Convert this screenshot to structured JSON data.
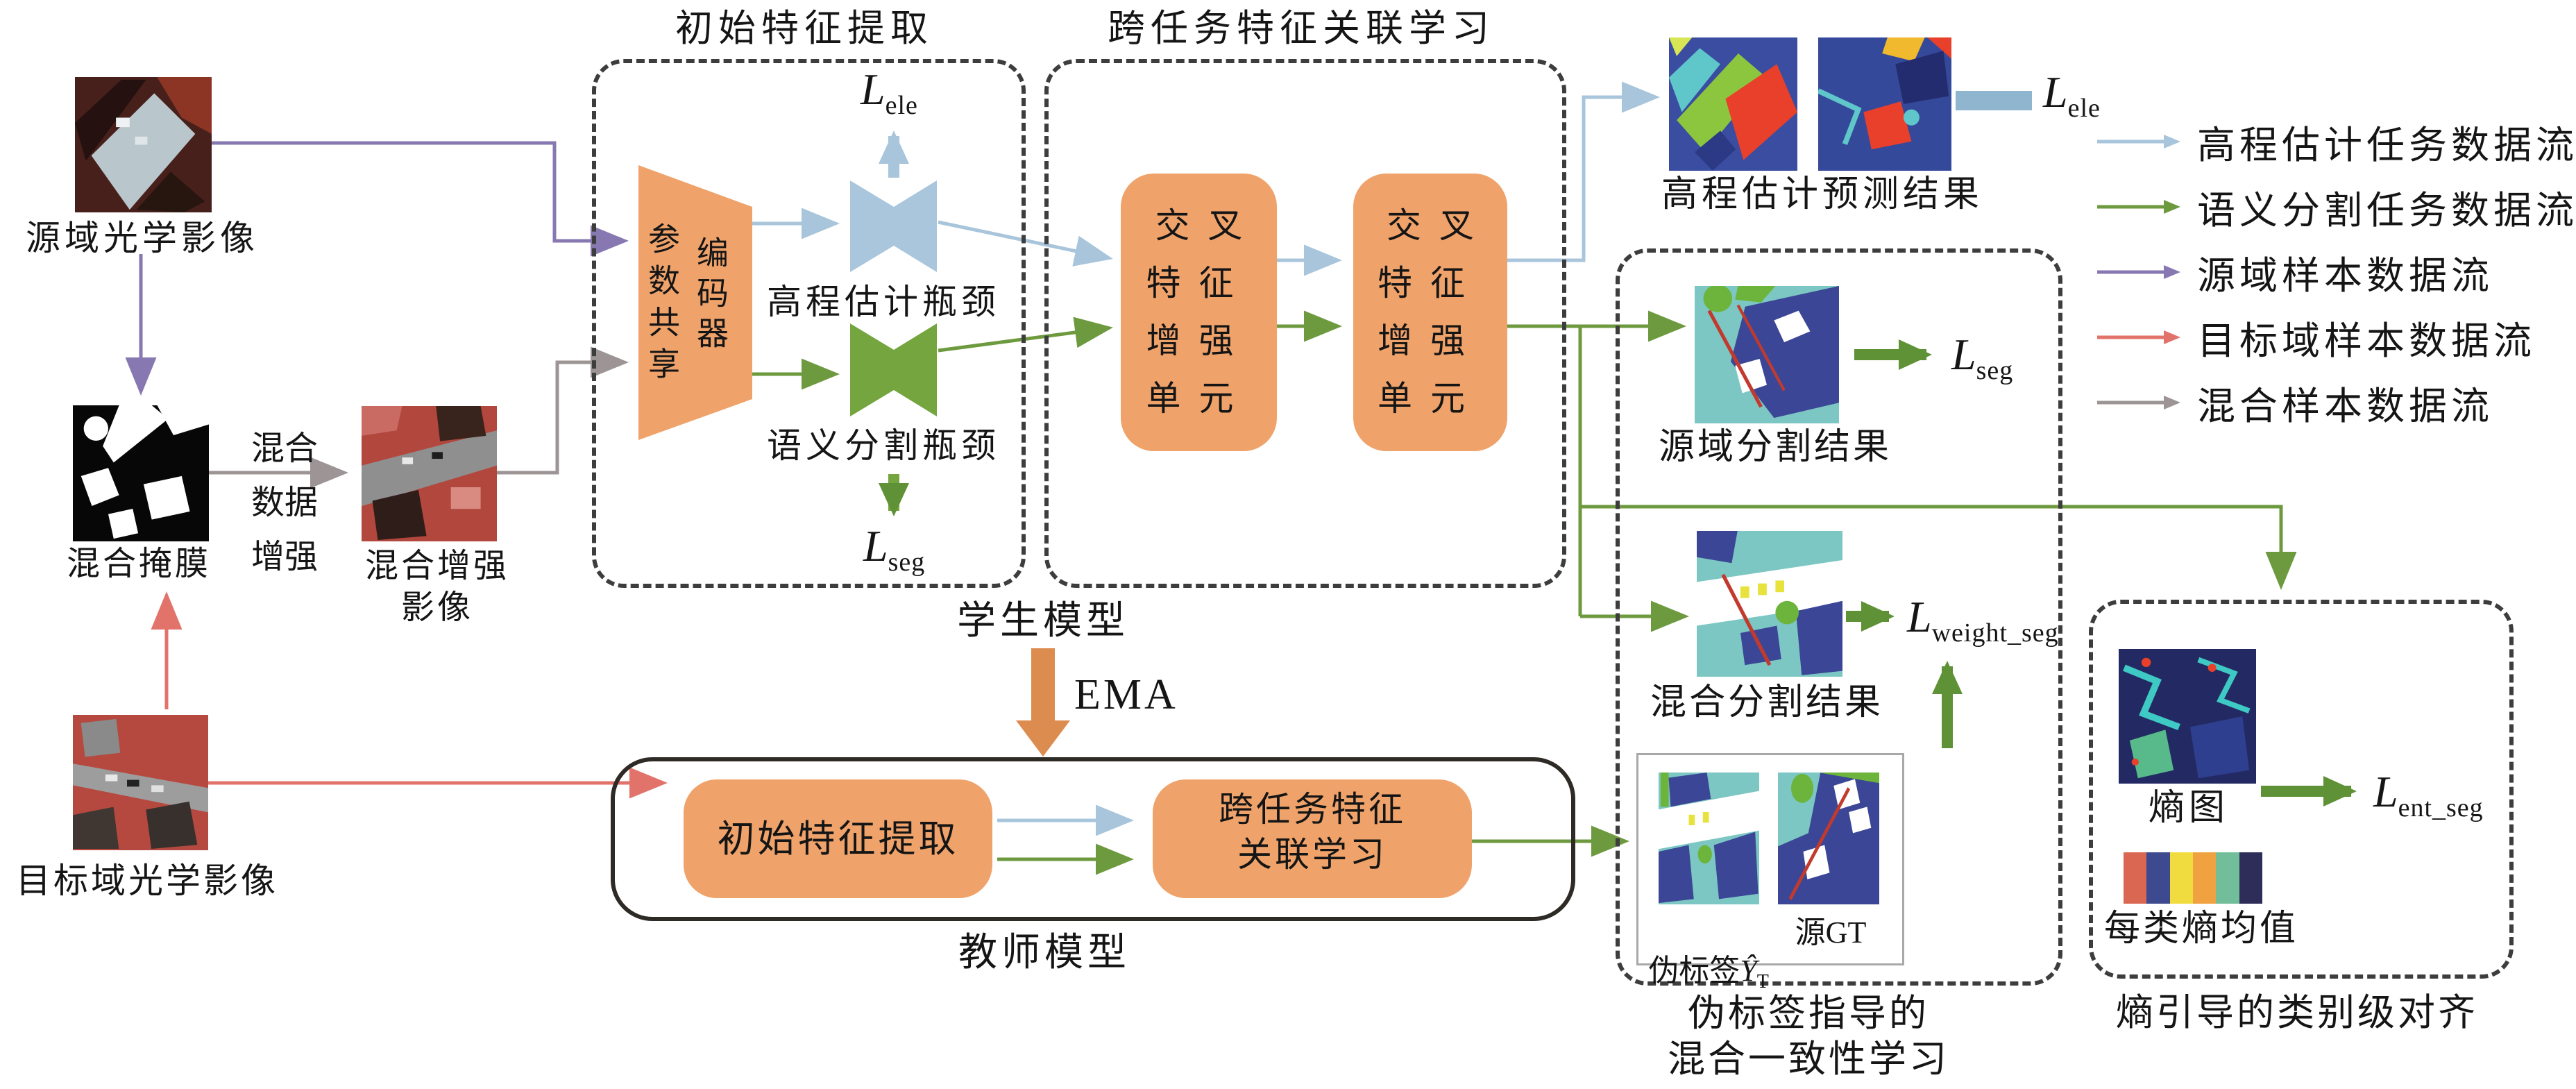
{
  "left": {
    "source_caption": "源域光学影像",
    "mask_caption": "混合掩膜",
    "augment_label": "混合\n数据\n增强",
    "mixed_caption": "混合增强\n影像",
    "target_caption": "目标域光学影像"
  },
  "student": {
    "extract_title": "初始特征提取",
    "encoder_text_left": "参数共享",
    "encoder_text_right": "编码器",
    "ele_bottleneck": "高程估计瓶颈",
    "seg_bottleneck": "语义分割瓶颈",
    "loss_ele": {
      "base": "L",
      "sub": "ele"
    },
    "loss_seg": {
      "base": "L",
      "sub": "seg"
    },
    "cross_title": "跨任务特征关联学习",
    "unit_text": "交叉\n特征\n增强\n单元",
    "label": "学生模型",
    "ema": "EMA"
  },
  "teacher": {
    "label": "教师模型",
    "extract_box": "初始特征提取",
    "cross_box": "跨任务特征\n关联学习"
  },
  "results": {
    "elevation_caption": "高程估计预测结果",
    "loss_ele": {
      "base": "L",
      "sub": "ele"
    },
    "source_seg_caption": "源域分割结果",
    "loss_seg": {
      "base": "L",
      "sub": "seg"
    },
    "mixed_seg_caption": "混合分割结果",
    "loss_weight_seg": {
      "base": "L",
      "sub": "weight_seg"
    },
    "pseudo_label": {
      "prefix": "伪标签",
      "math": "Ŷ",
      "sub": "T"
    },
    "source_gt": "源GT",
    "consistency_caption": "伪标签指导的\n混合一致性学习",
    "entropy_map_label": "熵图",
    "loss_ent_seg": {
      "base": "L",
      "sub": "ent_seg"
    },
    "entropy_mean_label": "每类熵均值",
    "entropy_caption": "熵引导的类别级对齐",
    "entropy_colorbar": [
      "#D96752",
      "#3D4A8F",
      "#F0DC3E",
      "#EFA23F",
      "#72BE9B",
      "#2E2D59"
    ]
  },
  "legend": {
    "items": [
      {
        "label": "高程估计任务数据流",
        "color": "#A8C5DB"
      },
      {
        "label": "语义分割任务数据流",
        "color": "#6E9A3F"
      },
      {
        "label": "源域样本数据流",
        "color": "#8878B2"
      },
      {
        "label": "目标域样本数据流",
        "color": "#E2736B"
      },
      {
        "label": "混合样本数据流",
        "color": "#9D9595"
      }
    ]
  },
  "colors": {
    "flow_elevation": "#A8C5DB",
    "flow_segmentation": "#6E9A3F",
    "flow_source": "#8878B2",
    "flow_target": "#E2736B",
    "flow_mixed": "#9D9595",
    "loss_arrow_green": "#5F9136",
    "module_fill": "#EFA36B",
    "ema_arrow": "#DD8C50",
    "bowtie_blue": "#A9C6DD",
    "bowtie_green": "#74A53E"
  }
}
